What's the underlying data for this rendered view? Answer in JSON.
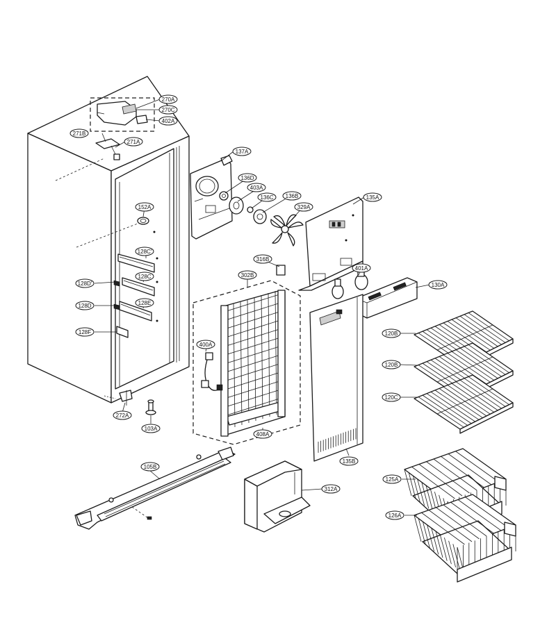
{
  "diagram": {
    "labels": {
      "270A": "270A",
      "270C": "270C",
      "402A": "402A",
      "271B": "271B",
      "271A": "271A",
      "137A": "137A",
      "136D": "136D",
      "403A": "403A",
      "136C": "136C",
      "136B": "136B",
      "329A": "329A",
      "135A": "135A",
      "152A": "152A",
      "128C1": "128C'",
      "128D1": "128D'",
      "128C": "128C",
      "128D": "128D",
      "128E": "128E",
      "128F": "128F",
      "316B": "316B",
      "302B": "302B",
      "401A": "401A",
      "130A": "130A",
      "120B_1": "120B",
      "120B_2": "120B",
      "120C": "120C",
      "400A": "400A",
      "272A": "272A",
      "103A": "103A",
      "408A": "408A",
      "135B": "135B",
      "105B": "105B",
      "312A": "312A",
      "125A": "125A",
      "126A": "126A"
    }
  }
}
